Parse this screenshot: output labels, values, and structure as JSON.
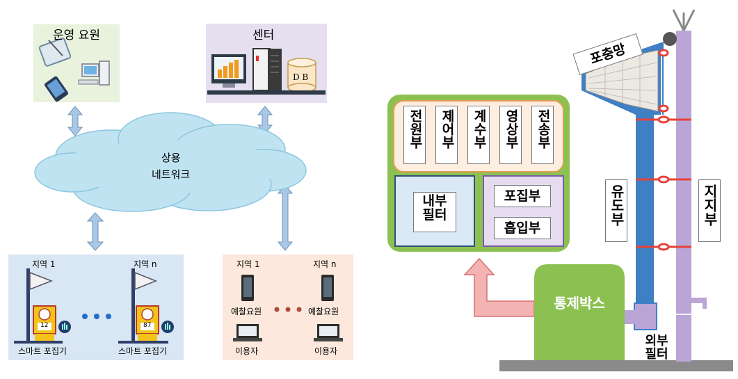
{
  "left_diagram": {
    "operators": {
      "title": "운영 요원"
    },
    "center": {
      "title": "센터",
      "db_label": "D B"
    },
    "network": {
      "line1": "상용",
      "line2": "네트워크"
    },
    "region_left": {
      "label_1": "지역 1",
      "label_n": "지역 n",
      "counter_1": "12",
      "counter_n": "87",
      "device_1": "스마트 포집기",
      "device_n": "스마트 포집기"
    },
    "region_right": {
      "label_1": "지역 1",
      "label_n": "지역 n",
      "staff_1": "예찰요원",
      "staff_n": "예찰요원",
      "user_1": "이용자",
      "user_n": "이용자"
    }
  },
  "right_diagram": {
    "modules_top": [
      "전원부",
      "제어부",
      "계수부",
      "영상부",
      "전송부"
    ],
    "inner_filter": [
      "내부",
      "필터"
    ],
    "collect": "포집부",
    "intake": "흡입부",
    "control_box": "통제박스",
    "net": "포충망",
    "guide": "유도부",
    "support": "지지부",
    "outer_filter": [
      "외부",
      "필터"
    ]
  },
  "colors": {
    "operators_bg": "#e8f2dd",
    "center_bg": "#e6dff0",
    "cloud": "#bfe3f1",
    "region_left_bg": "#d9e6f3",
    "region_right_bg": "#fce8dc",
    "module_green": "#8cc152",
    "guide_blue": "#3f7fc4",
    "pole_purple": "#b9a5d6",
    "arrow_pink": "#f4b3b3"
  }
}
